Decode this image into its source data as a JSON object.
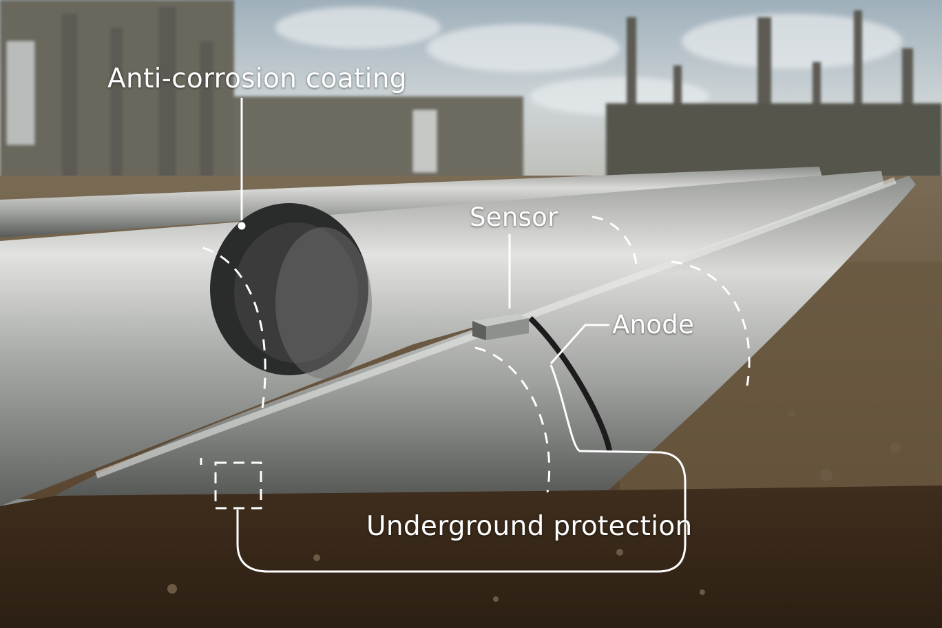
{
  "labels": {
    "coating": "Anti-corrosion coating",
    "sensor": "Sensor",
    "anode": "Anode",
    "underground": "Underground protection"
  },
  "colors": {
    "sky": "#c9d3d8",
    "pipe_light": "#d7d9d7",
    "pipe_dark": "#6f716f",
    "soil": "#5a4630",
    "soil_dark": "#3a2a1a",
    "annotation": "#ffffff"
  }
}
